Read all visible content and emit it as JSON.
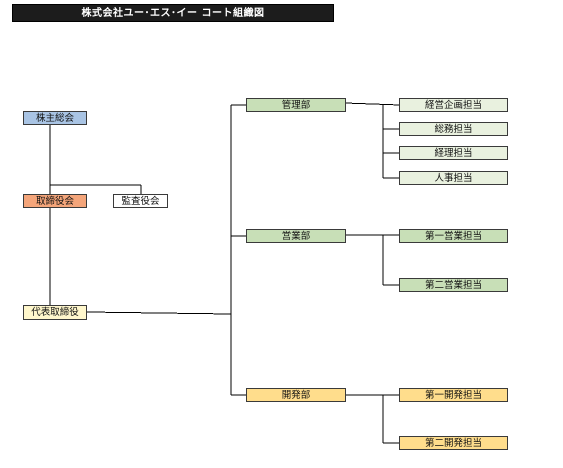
{
  "title": "株式会社ユー･エス･イー コート組織図",
  "colors": {
    "title_bg": "#1c1c1c",
    "shareholders": "#a9c4e4",
    "board": "#f4a57a",
    "ceo": "#fff7cc",
    "sales": "#c8dfb7",
    "admin_units": "#e9f1df",
    "development": "#ffdd8c"
  },
  "nodes": {
    "shareholders": "株主総会",
    "board": "取締役会",
    "auditors": "監査役会",
    "ceo": "代表取締役",
    "admin": "管理部",
    "admin_planning": "経営企画担当",
    "admin_general": "総務担当",
    "admin_accounting": "経理担当",
    "admin_hr": "人事担当",
    "sales": "営業部",
    "sales_1": "第一営業担当",
    "sales_2": "第二営業担当",
    "dev": "開発部",
    "dev_1": "第一開発担当",
    "dev_2": "第二開発担当"
  },
  "edges": [
    [
      "shareholders",
      "board"
    ],
    [
      "shareholders",
      "auditors"
    ],
    [
      "board",
      "ceo"
    ],
    [
      "ceo",
      "admin"
    ],
    [
      "ceo",
      "sales"
    ],
    [
      "ceo",
      "dev"
    ],
    [
      "admin",
      "admin_planning"
    ],
    [
      "admin",
      "admin_general"
    ],
    [
      "admin",
      "admin_accounting"
    ],
    [
      "admin",
      "admin_hr"
    ],
    [
      "sales",
      "sales_1"
    ],
    [
      "sales",
      "sales_2"
    ],
    [
      "dev",
      "dev_1"
    ],
    [
      "dev",
      "dev_2"
    ]
  ]
}
